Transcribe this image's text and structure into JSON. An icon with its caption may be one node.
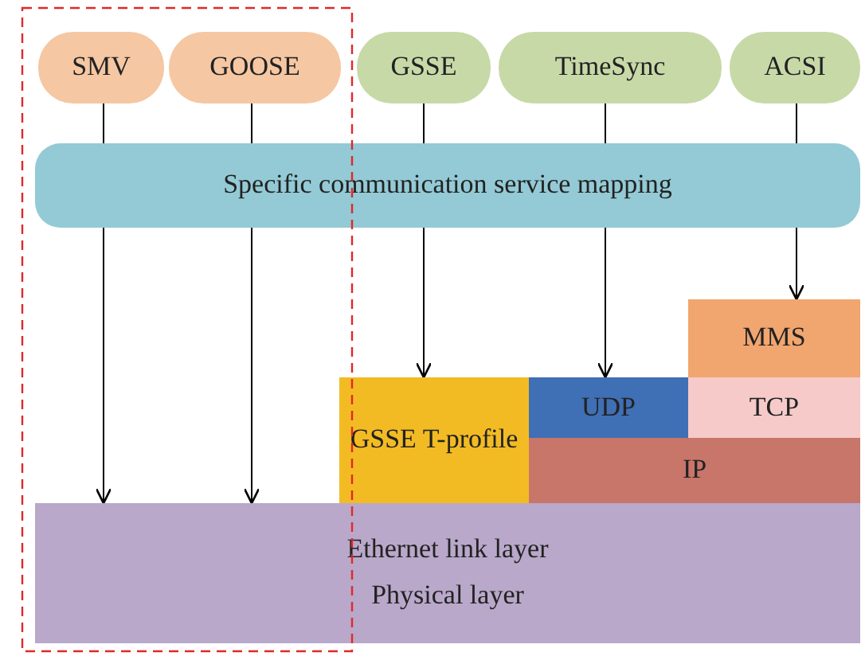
{
  "diagram": {
    "nodes": [
      {
        "text": [
          "SMV"
        ]
      },
      {
        "text": [
          "GOOSE"
        ]
      },
      {
        "text": [
          "GSSE"
        ]
      },
      {
        "text": [
          "TimeSync"
        ]
      },
      {
        "text": [
          "ACSI"
        ]
      },
      {
        "text": [
          "Specific communication service mapping"
        ]
      },
      {
        "text": [
          "MMS"
        ]
      },
      {
        "text": [
          "GSSE T-profile"
        ]
      },
      {
        "text": [
          "UDP"
        ]
      },
      {
        "text": [
          "TCP"
        ]
      },
      {
        "text": [
          "IP"
        ]
      },
      {
        "text": [
          "Ethernet link layer",
          "Physical layer"
        ]
      }
    ],
    "edges": [
      {
        "from": 0,
        "to": 5,
        "arrow": "none"
      },
      {
        "from": 1,
        "to": 5,
        "arrow": "none"
      },
      {
        "from": 2,
        "to": 5,
        "arrow": "none"
      },
      {
        "from": 3,
        "to": 5,
        "arrow": "none"
      },
      {
        "from": 4,
        "to": 5,
        "arrow": "none"
      },
      {
        "from": 5,
        "to": 11,
        "arrow": "to"
      },
      {
        "from": 5,
        "to": 11,
        "arrow": "to"
      },
      {
        "from": 5,
        "to": 7,
        "arrow": "to"
      },
      {
        "from": 5,
        "to": 8,
        "arrow": "to"
      },
      {
        "from": 5,
        "to": 6,
        "arrow": "to"
      }
    ]
  }
}
